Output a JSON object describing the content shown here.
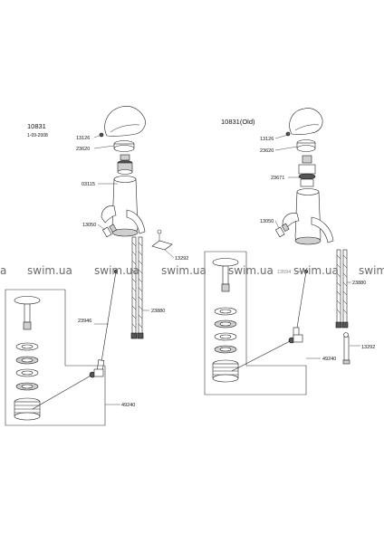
{
  "left_assembly": {
    "model": "10831",
    "date": "1-09-2008",
    "parts": {
      "p13126": "13126",
      "p23620": "23620",
      "p03115": "03115",
      "p13050": "13050",
      "p13292": "13292",
      "p23946": "23946",
      "p23880": "23880",
      "p49240": "49240"
    }
  },
  "right_assembly": {
    "model": "10831(Old)",
    "parts": {
      "p13126": "13126",
      "p23620": "23620",
      "p23671": "23671",
      "p13050": "13050",
      "p13594": "13594",
      "p23880": "23880",
      "p49240": "49240",
      "p13292": "13292"
    }
  },
  "watermark": {
    "text": "swim.ua",
    "edge": "a"
  }
}
